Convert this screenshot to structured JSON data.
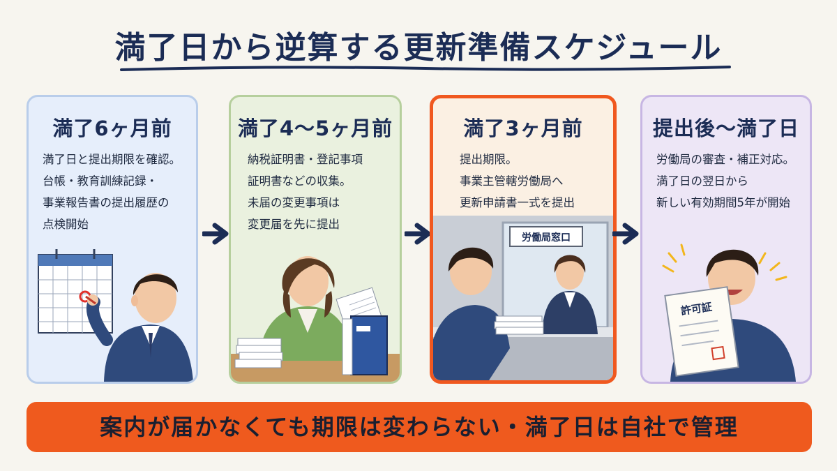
{
  "title": "満了日から逆算する更新準備スケジュール",
  "colors": {
    "navy": "#1b2c55",
    "accent_orange": "#ef5a1e",
    "step1_bg": "#e6eefb",
    "step2_bg": "#eaf1df",
    "step3_bg": "#fbf0e3",
    "step4_bg": "#ede6f6"
  },
  "steps": [
    {
      "heading": "満了6ヶ月前",
      "lines": [
        "満了日と提出期限を確認。",
        "台帳・教育訓練記録・",
        "事業報告書の提出履歴の",
        "点検開始"
      ],
      "illustration": "man-marking-calendar"
    },
    {
      "heading": "満了4〜5ヶ月前",
      "lines": [
        "納税証明書・登記事項",
        "証明書などの収集。",
        "未届の変更事項は",
        "変更届を先に提出"
      ],
      "illustration": "woman-collecting-documents"
    },
    {
      "heading": "満了3ヶ月前",
      "lines": [
        "提出期限。",
        "事業主管轄労働局へ",
        "更新申請書一式を提出"
      ],
      "illustration": "submitting-at-counter",
      "window_sign": "労働局窓口"
    },
    {
      "heading": "提出後〜満了日",
      "lines": [
        "労働局の審査・補正対応。",
        "満了日の翌日から",
        "新しい有効期間5年が開始"
      ],
      "illustration": "man-holding-permit",
      "certificate_label": "許可証"
    }
  ],
  "banner": "案内が届かなくても期限は変わらない・満了日は自社で管理"
}
